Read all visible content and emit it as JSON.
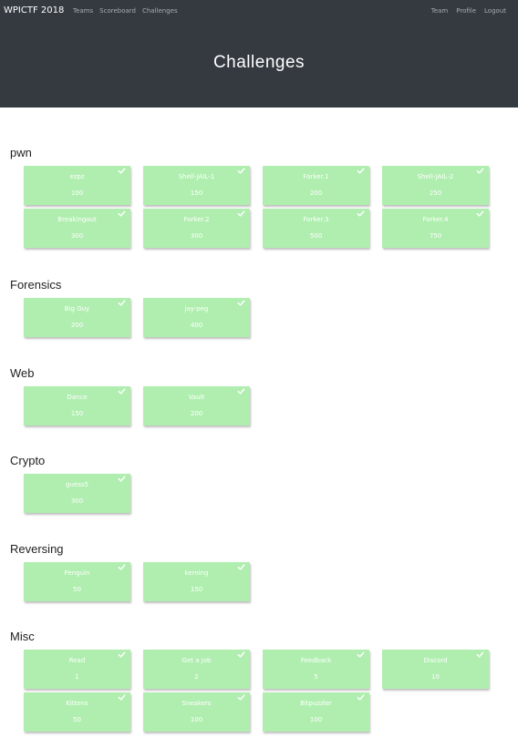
{
  "navbar": {
    "brand": "WPICTF 2018",
    "left_links": [
      "Teams",
      "Scoreboard",
      "Challenges"
    ],
    "right_links": [
      "Team",
      "Profile",
      "Logout"
    ]
  },
  "header": {
    "title": "Challenges"
  },
  "colors": {
    "navbar_bg": "#343a40",
    "card_solved": "#b0eeb0",
    "card_text": "#ffffff"
  },
  "categories": [
    {
      "name": "pwn",
      "challenges": [
        {
          "name": "ezpz",
          "points": "100",
          "solved": true
        },
        {
          "name": "Shell-JAIL-1",
          "points": "150",
          "solved": true
        },
        {
          "name": "Forker.1",
          "points": "200",
          "solved": true
        },
        {
          "name": "Shell-JAIL-2",
          "points": "250",
          "solved": true
        },
        {
          "name": "Breakingout",
          "points": "300",
          "solved": true
        },
        {
          "name": "Forker.2",
          "points": "300",
          "solved": true
        },
        {
          "name": "Forker.3",
          "points": "500",
          "solved": true
        },
        {
          "name": "Forker.4",
          "points": "750",
          "solved": true
        }
      ]
    },
    {
      "name": "Forensics",
      "challenges": [
        {
          "name": "Big Guy",
          "points": "200",
          "solved": true
        },
        {
          "name": "jay-peg",
          "points": "400",
          "solved": true
        }
      ]
    },
    {
      "name": "Web",
      "challenges": [
        {
          "name": "Dance",
          "points": "150",
          "solved": true
        },
        {
          "name": "Vault",
          "points": "200",
          "solved": true
        }
      ]
    },
    {
      "name": "Crypto",
      "challenges": [
        {
          "name": "guess5",
          "points": "300",
          "solved": true
        }
      ]
    },
    {
      "name": "Reversing",
      "challenges": [
        {
          "name": "Penguin",
          "points": "50",
          "solved": true
        },
        {
          "name": "kerning",
          "points": "150",
          "solved": true
        }
      ]
    },
    {
      "name": "Misc",
      "challenges": [
        {
          "name": "Read",
          "points": "1",
          "solved": true
        },
        {
          "name": "Get a job",
          "points": "2",
          "solved": true
        },
        {
          "name": "Feedback",
          "points": "5",
          "solved": true
        },
        {
          "name": "Discord",
          "points": "10",
          "solved": true
        },
        {
          "name": "Kittens",
          "points": "50",
          "solved": true
        },
        {
          "name": "Sneakers",
          "points": "100",
          "solved": true
        },
        {
          "name": "Bitpuzzler",
          "points": "100",
          "solved": true
        }
      ]
    }
  ]
}
